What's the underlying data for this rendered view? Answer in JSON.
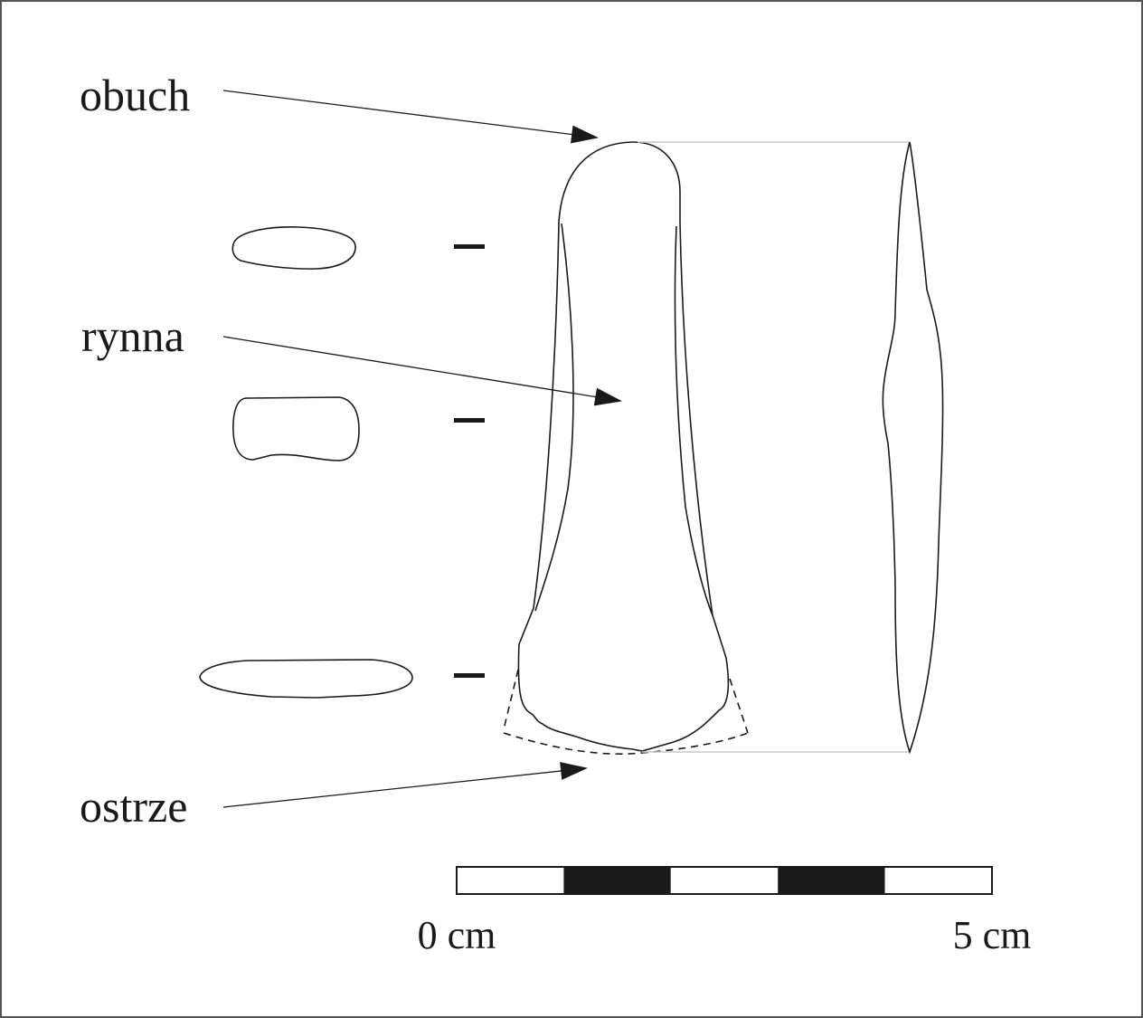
{
  "labels": {
    "obuch": "obuch",
    "rynna": "rynna",
    "ostrze": "ostrze"
  },
  "scale_bar": {
    "start_label": "0 cm",
    "end_label": "5 cm",
    "segments": 5,
    "segment_fills": [
      "white",
      "black",
      "white",
      "black",
      "white"
    ]
  },
  "colors": {
    "ink": "#1a1a1a",
    "guide_line": "#c8c8c8",
    "background": "#ffffff"
  }
}
